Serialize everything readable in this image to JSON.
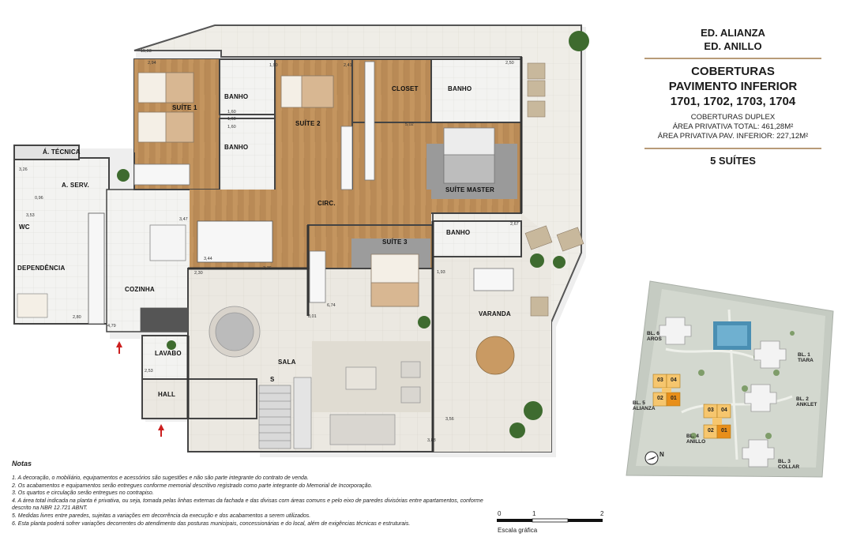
{
  "building": {
    "line1": "ED. ALIANZA",
    "line2": "ED. ANILLO"
  },
  "heading": {
    "line1": "COBERTURAS",
    "line2": "PAVIMENTO INFERIOR",
    "line3": "1701, 1702, 1703, 1704"
  },
  "specs": {
    "line1": "COBERTURAS DUPLEX",
    "line2": "ÁREA PRIVATIVA TOTAL: 461,28M²",
    "line3": "ÁREA PRIVATIVA PAV. INFERIOR: 227,12M²"
  },
  "suites": "5 SUÍTES",
  "rooms": {
    "tecnica": "Á. TÉCNICA",
    "suite1": "SUÍTE 1",
    "banho1": "BANHO",
    "banho2": "BANHO",
    "suite2": "SUÍTE 2",
    "closet": "CLOSET",
    "banho_master": "BANHO",
    "suite_master": "SUÍTE MASTER",
    "aserv": "A. SERV.",
    "wc": "WC",
    "dependencia": "DEPENDÊNCIA",
    "circ": "CIRC.",
    "suite3": "SUÍTE 3",
    "banho3": "BANHO",
    "cozinha": "COZINHA",
    "varanda": "VARANDA",
    "lavabo": "LAVABO",
    "sala": "SALA",
    "hall": "HALL",
    "stair": "S"
  },
  "dims": [
    "15,03",
    "2,94",
    "1,90",
    "2,41",
    "1,60",
    "1,60",
    "1,60",
    "5,02",
    "2,67",
    "2,50",
    "3,26",
    "0,96",
    "3,53",
    "3,47",
    "3,44",
    "3,76",
    "2,80",
    "4,79",
    "2,53",
    "8,01",
    "6,74",
    "1,93",
    "3,56",
    "3,88",
    "2,30"
  ],
  "site_map": {
    "blocks": {
      "b6": "BL. 6\nAROS",
      "b1": "BL. 1\nTIARA",
      "b5": "BL. 5\nALIANZA",
      "b2": "BL. 2\nANKLET",
      "b4": "BL. 4\nANILLO",
      "b3": "BL. 3\nCOLLAR"
    },
    "units": [
      "03",
      "04",
      "02",
      "01"
    ],
    "north": "N",
    "colors": {
      "highlight_dark": "#e88f1a",
      "highlight_light": "#f6c66e",
      "ground": "#c7ccc3",
      "pool": "#4a8fb3"
    }
  },
  "notes": {
    "title": "Notas",
    "items": [
      "1. A decoração, o mobiliário, equipamentos e acessórios são sugestões e não são parte integrante do contrato de venda.",
      "2. Os acabamentos e equipamentos serão entregues conforme memorial descritivo registrado como parte integrante do Memorial de Incorporação.",
      "3. Os quartos e circulação serão entregues no contrapiso.",
      "4. A área total indicada na planta é privativa, ou seja, tomada pelas linhas externas da fachada e das divisas com áreas comuns e pelo eixo de paredes divisórias entre apartamentos, conforme descrito na NBR 12.721 ABNT.",
      "5. Medidas livres entre paredes, sujeitas a variações em decorrência da execução e dos acabamentos a serem utilizados.",
      "6. Esta planta poderá sofrer variações decorrentes do atendimento das posturas municipais, concessionárias e do local, além de exigências técnicas e estruturais."
    ]
  },
  "scale": {
    "ticks": [
      "0",
      "1",
      "2"
    ],
    "label": "Escala gráfica"
  },
  "colors": {
    "accent": "#b89b78",
    "wood": "#b88a55",
    "wall": "#4a4a4a",
    "tile": "#e9e6df",
    "arrow": "#cc1f1f"
  }
}
